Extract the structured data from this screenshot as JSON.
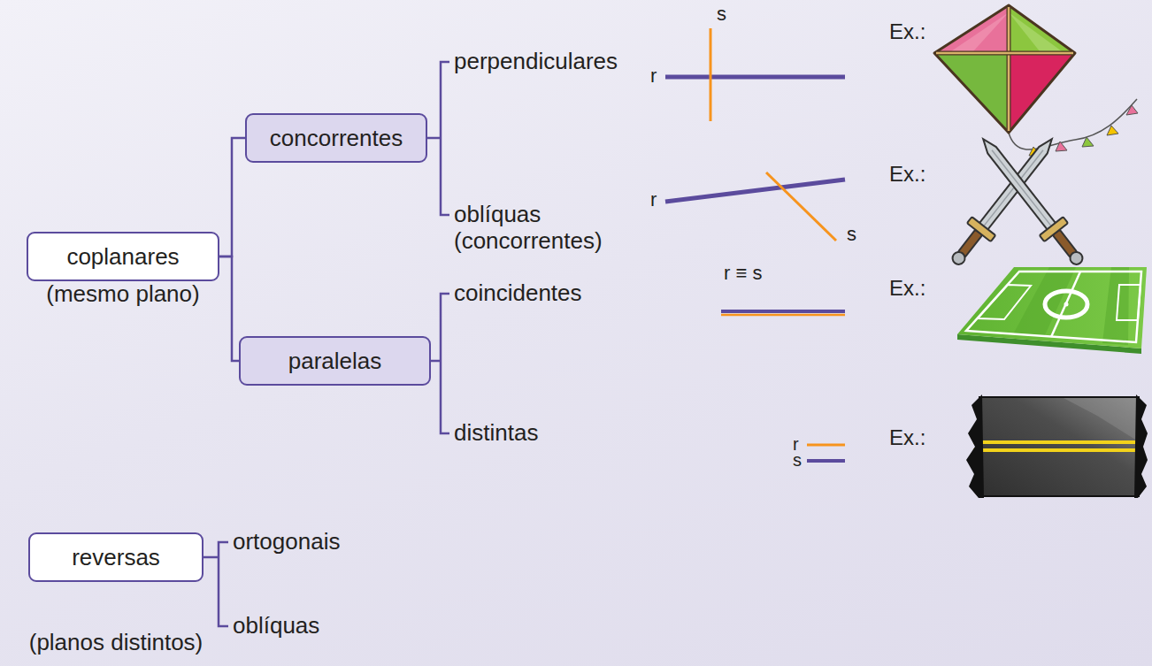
{
  "diagram": {
    "nodes": [
      {
        "text": [
          "coplanares",
          "(mesmo plano)"
        ]
      },
      {
        "text": [
          "concorrentes"
        ]
      },
      {
        "text": [
          "paralelas"
        ]
      },
      {
        "text": [
          "reversas",
          "(planos distintos)"
        ]
      }
    ],
    "edges": [
      {
        "from": 0,
        "to": 1,
        "arrow": "none"
      },
      {
        "from": 0,
        "to": 2,
        "arrow": "none"
      }
    ],
    "labels": [
      "perpendiculares",
      "r",
      "s",
      "Ex.:",
      "oblíquas (concorrentes)",
      "r",
      "s",
      "Ex.:",
      "coincidentes",
      "r ≡ s",
      "Ex.:",
      "distintas",
      "r",
      "s",
      "Ex.:",
      "ortogonais",
      "oblíquas"
    ]
  }
}
